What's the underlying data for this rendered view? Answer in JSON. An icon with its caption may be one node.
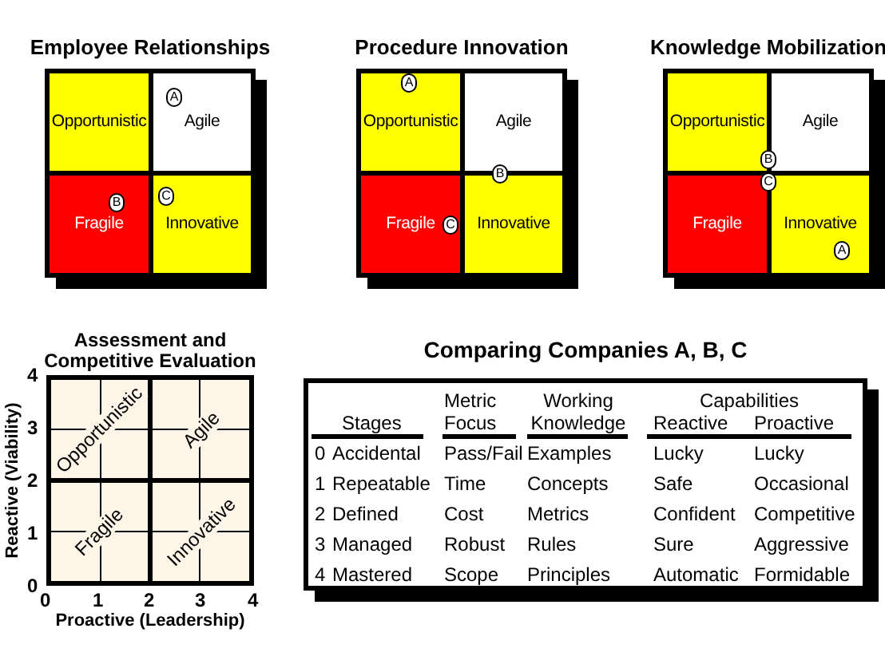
{
  "diagram": {
    "nodes": [
      {
        "text": [
          "Employee Relationships"
        ]
      },
      {
        "text": [
          "Opportunistic"
        ],
        "in": 0
      },
      {
        "text": [
          "Agile"
        ],
        "in": 0
      },
      {
        "text": [
          "Fragile"
        ],
        "in": 0
      },
      {
        "text": [
          "Innovative"
        ],
        "in": 0
      },
      {
        "text": [
          "A"
        ],
        "in": 2
      },
      {
        "text": [
          "B"
        ],
        "in": 3
      },
      {
        "text": [
          "C"
        ],
        "in": 4
      },
      {
        "text": [
          "Procedure Innovation"
        ]
      },
      {
        "text": [
          "Opportunistic"
        ],
        "in": 8
      },
      {
        "text": [
          "Agile"
        ],
        "in": 8
      },
      {
        "text": [
          "Fragile"
        ],
        "in": 8
      },
      {
        "text": [
          "Innovative"
        ],
        "in": 8
      },
      {
        "text": [
          "A"
        ],
        "in": 9
      },
      {
        "text": [
          "B"
        ],
        "in": 8
      },
      {
        "text": [
          "C"
        ],
        "in": 11
      },
      {
        "text": [
          "Knowledge Mobilization"
        ]
      },
      {
        "text": [
          "Opportunistic"
        ],
        "in": 16
      },
      {
        "text": [
          "Agile"
        ],
        "in": 16
      },
      {
        "text": [
          "Fragile"
        ],
        "in": 16
      },
      {
        "text": [
          "Innovative"
        ],
        "in": 16
      },
      {
        "text": [
          "B"
        ],
        "in": 16
      },
      {
        "text": [
          "C"
        ],
        "in": 16
      },
      {
        "text": [
          "A"
        ],
        "in": 20
      },
      {
        "text": [
          "Assessment and Competitive Evaluation"
        ]
      },
      {
        "text": [
          "Opportunistic"
        ],
        "in": 24
      },
      {
        "text": [
          "Agile"
        ],
        "in": 24
      },
      {
        "text": [
          "Fragile"
        ],
        "in": 24
      },
      {
        "text": [
          "Innovative"
        ],
        "in": 24
      },
      {
        "text": [
          "Comparing Companies A, B, C"
        ]
      }
    ],
    "edges": [],
    "labels": [
      "4",
      "3",
      "2",
      "1",
      "0",
      "0",
      "1",
      "2",
      "3",
      "4",
      "Reactive (Viability)",
      "Proactive (Leadership)",
      "Metric Focus",
      "Working Knowledge",
      "Capabilities",
      "Stages",
      "Reactive",
      "Proactive",
      "0",
      "Accidental",
      "Pass/Fail",
      "Examples",
      "Lucky",
      "Lucky",
      "1",
      "Repeatable",
      "Time",
      "Concepts",
      "Safe",
      "Occasional",
      "2",
      "Defined",
      "Cost",
      "Metrics",
      "Confident",
      "Competitive",
      "3",
      "Managed",
      "Robust",
      "Rules",
      "Sure",
      "Aggressive",
      "4",
      "Mastered",
      "Scope",
      "Principles",
      "Automatic",
      "Formidable"
    ]
  }
}
